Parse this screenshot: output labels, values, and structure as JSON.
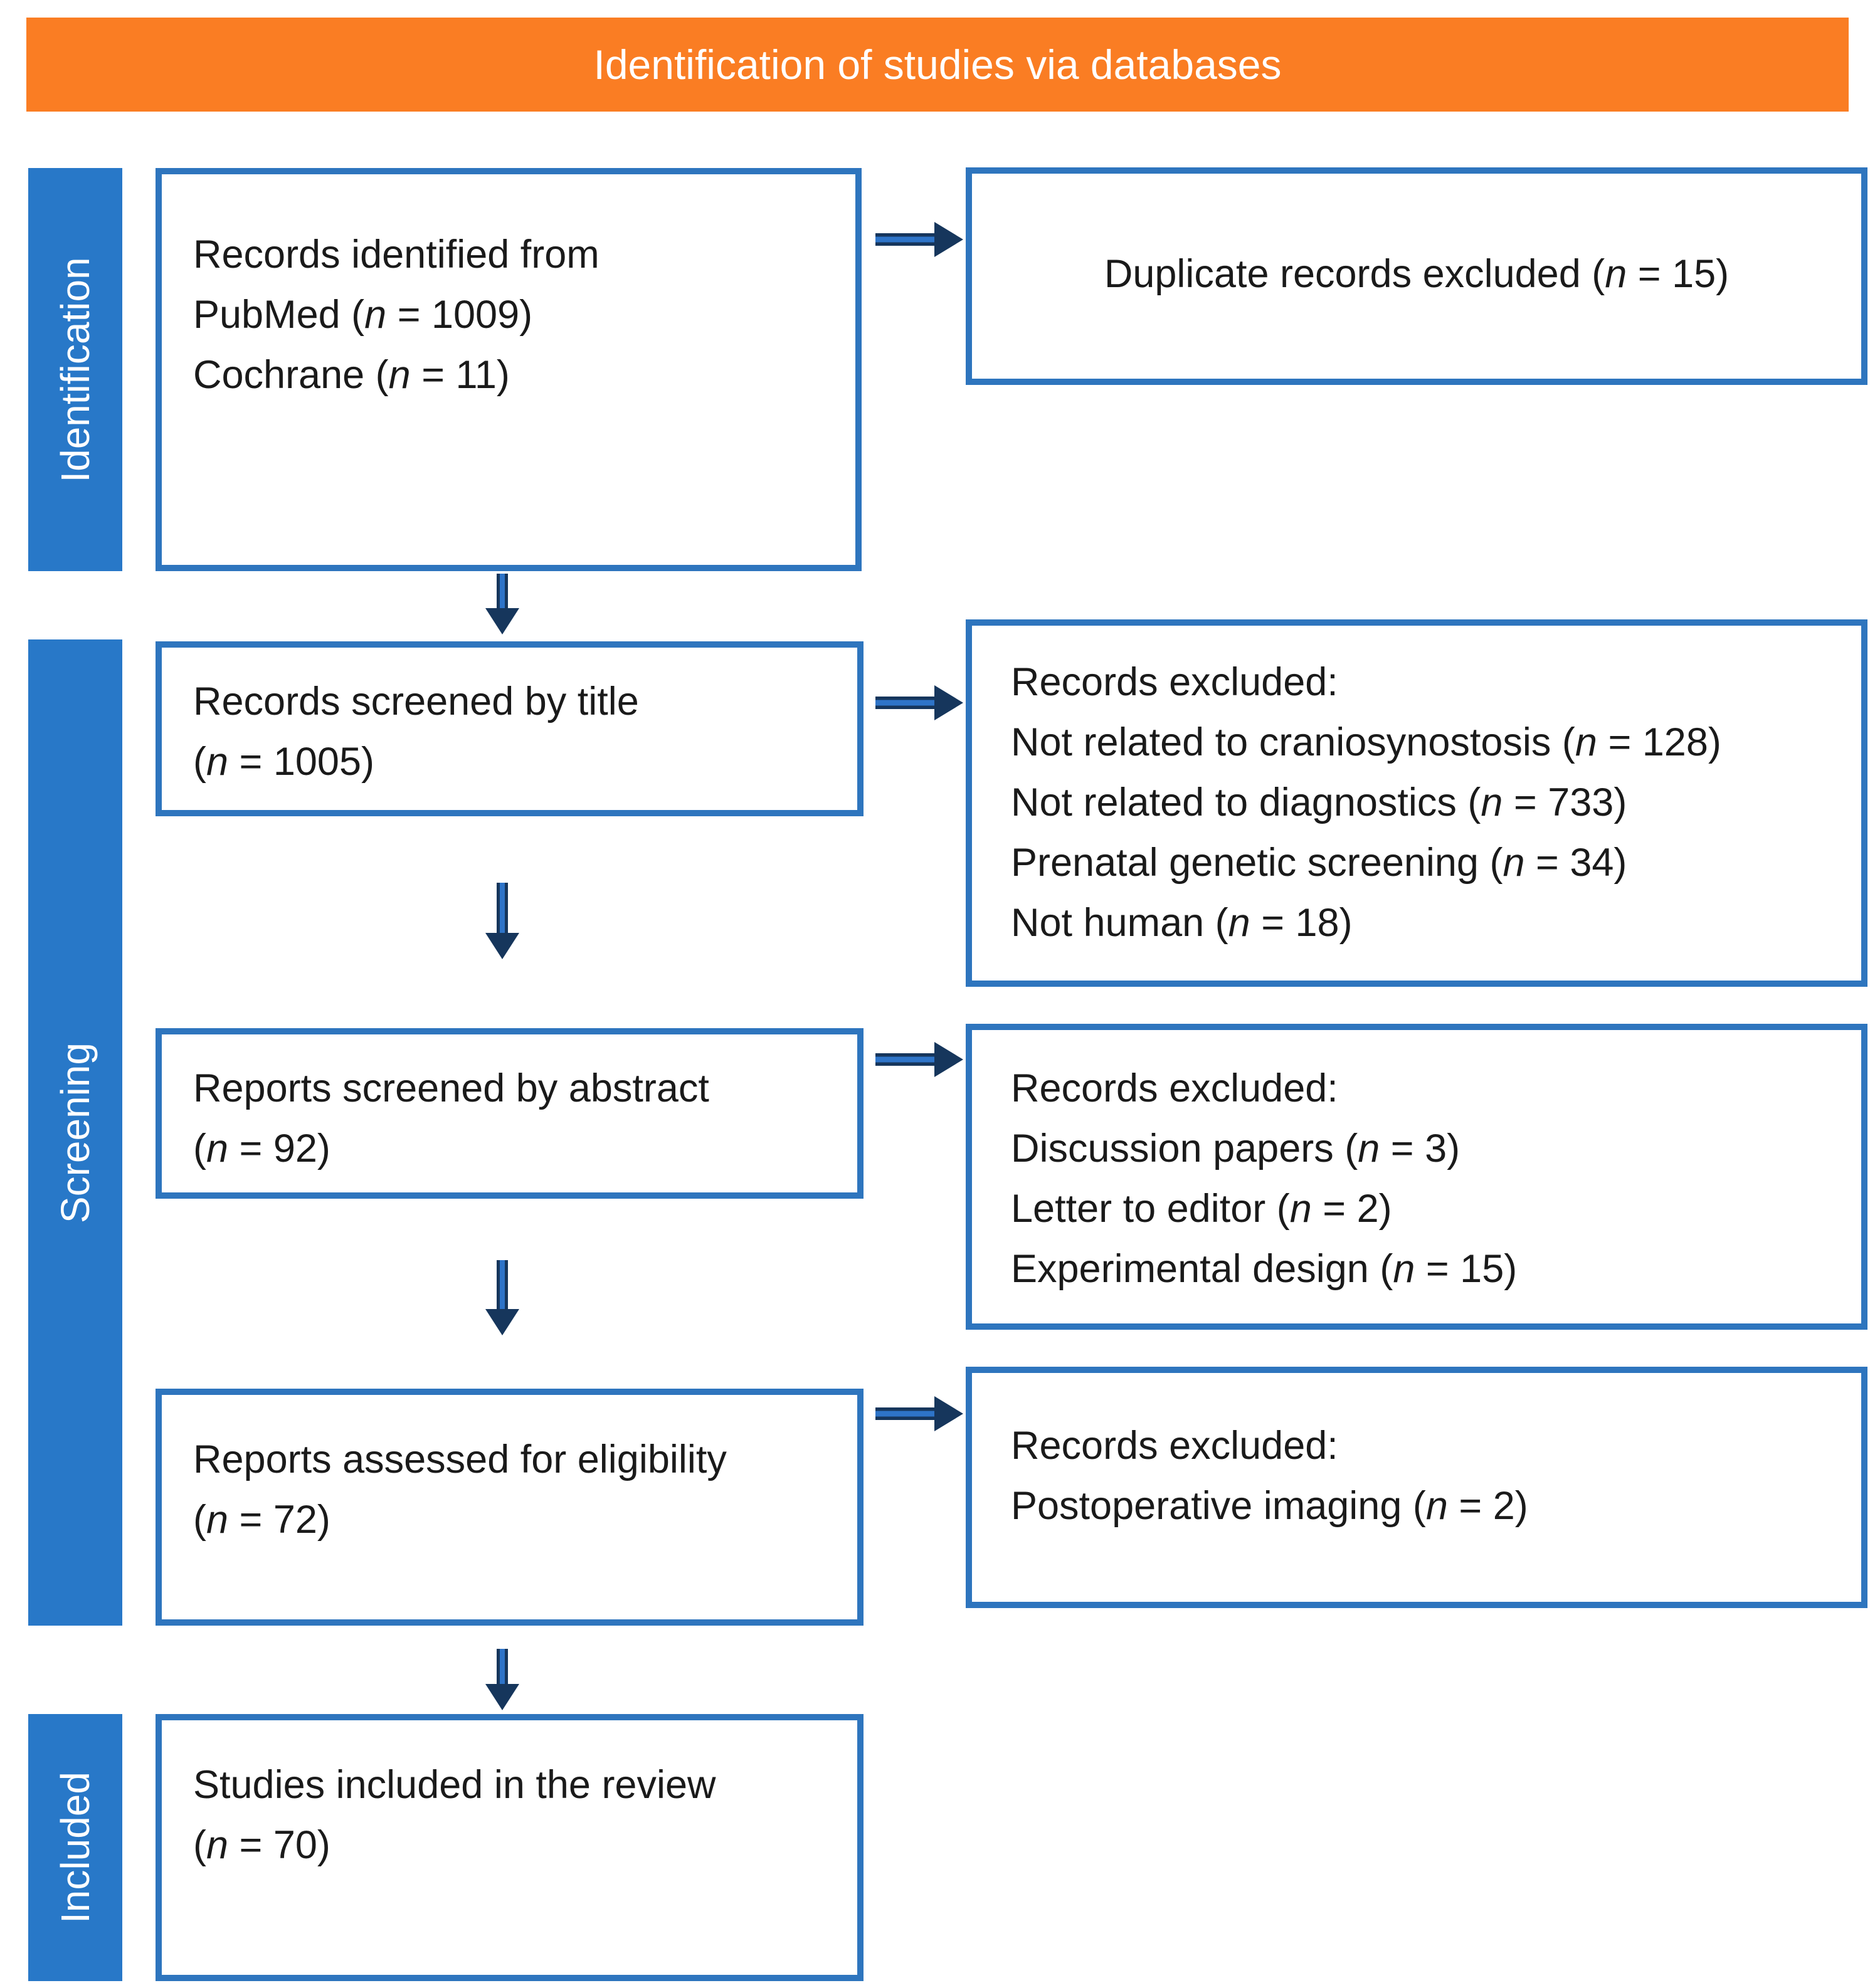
{
  "banner": {
    "label": "Identification of studies via databases"
  },
  "stage_labels": [
    {
      "id": "identification",
      "label": "Identification"
    },
    {
      "id": "screening",
      "label": "Screening"
    },
    {
      "id": "included",
      "label": "Included"
    }
  ],
  "boxes": {
    "records_identified": {
      "lines": [
        "Records identified from",
        "PubMed (n = 1009)",
        "Cochrane (n = 11)"
      ]
    },
    "duplicates_excluded": {
      "lines": [
        "Duplicate records excluded (n = 15)"
      ]
    },
    "screened_by_title": {
      "lines": [
        "Records screened by title",
        "(n = 1005)"
      ]
    },
    "excluded_after_title": {
      "lines": [
        "Records excluded:",
        "Not related to craniosynostosis (n = 128)",
        "Not related to diagnostics (n = 733)",
        "Prenatal genetic screening (n = 34)",
        "Not human (n = 18)"
      ]
    },
    "screened_by_abstract": {
      "lines": [
        "Reports screened by abstract",
        "(n = 92)"
      ]
    },
    "excluded_after_abstract": {
      "lines": [
        "Records excluded:",
        "Discussion papers (n = 3)",
        "Letter to editor (n = 2)",
        "Experimental design (n = 15)"
      ]
    },
    "assessed_for_eligibility": {
      "lines": [
        "Reports assessed for eligibility",
        "(n = 72)"
      ]
    },
    "excluded_after_eligibility": {
      "lines": [
        "Records excluded:",
        "Postoperative imaging (n = 2)"
      ]
    },
    "included_in_review": {
      "lines": [
        "Studies included in the review",
        "(n = 70)"
      ]
    }
  },
  "colors": {
    "banner_orange": "#FA7D23",
    "stage_blue": "#2878C8",
    "box_border_blue": "#2E75BE",
    "arrow_dark": "#16365C",
    "arrow_light": "#2E74C8",
    "text": "#1A1A1A",
    "background": "#FFFFFF"
  }
}
